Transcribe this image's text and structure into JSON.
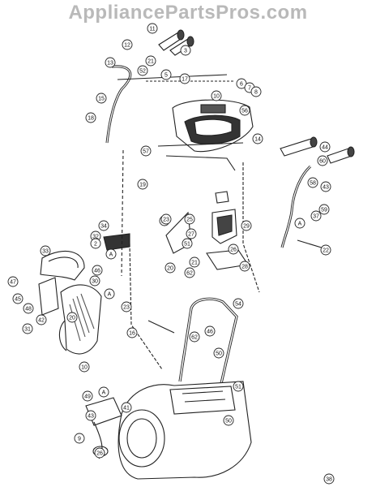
{
  "watermark": "AppliancePartsPros.com",
  "diagram": {
    "callouts": [
      "11",
      "12",
      "13",
      "21",
      "52",
      "5",
      "3",
      "17",
      "6",
      "7",
      "8",
      "10",
      "56",
      "15",
      "18",
      "57",
      "14",
      "19",
      "44",
      "60",
      "58",
      "43",
      "59",
      "20",
      "24",
      "25",
      "23",
      "27",
      "51",
      "21",
      "62",
      "29",
      "26",
      "28",
      "34",
      "32",
      "2",
      "33",
      "46",
      "30",
      "47",
      "45",
      "48",
      "42",
      "31",
      "20",
      "23",
      "22",
      "16",
      "54",
      "62",
      "46",
      "50",
      "10",
      "51",
      "49",
      "43",
      "41",
      "9",
      "26",
      "50",
      "A",
      "A",
      "A",
      "A",
      "37",
      "38"
    ]
  }
}
